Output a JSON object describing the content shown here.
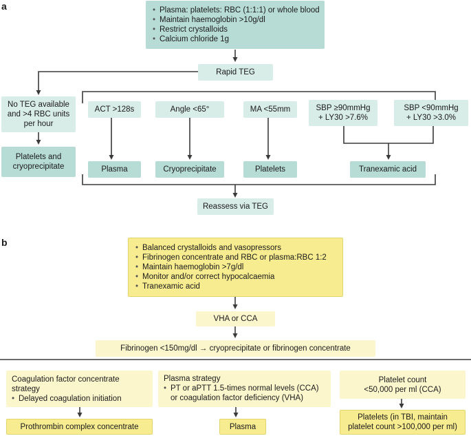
{
  "panel_a": {
    "letter": "a",
    "top_box": [
      "Plasma: platelets: RBC (1:1:1) or whole blood",
      "Maintain haemoglobin >10g/dl",
      "Restrict crystalloids",
      "Calcium chloride 1g"
    ],
    "rapid_teg": "Rapid TEG",
    "no_teg": "No TEG available\nand >4 RBC units\nper hour",
    "platelets_cryo": "Platelets and\ncryoprecipitate",
    "act": "ACT >128s",
    "angle": "Angle <65°",
    "ma": "MA <55mm",
    "sbp_high": "SBP ≥90mmHg\n+ LY30 >7.6%",
    "sbp_low": "SBP <90mmHg\n+ LY30 >3.0%",
    "plasma": "Plasma",
    "cryo": "Cryoprecipitate",
    "platelets": "Platelets",
    "txa": "Tranexamic acid",
    "reassess": "Reassess via TEG"
  },
  "panel_b": {
    "letter": "b",
    "top_box": [
      "Balanced crystalloids and vasopressors",
      "Fibrinogen concentrate and RBC or plasma:RBC 1:2",
      "Maintain haemoglobin >7g/dl",
      "Monitor and/or correct hypocalcaemia",
      "Tranexamic acid"
    ],
    "vha_cca": "VHA or CCA",
    "fibrinogen": "Fibrinogen <150mg/dl → cryoprecipitate or fibrinogen concentrate",
    "coag_title": "Coagulation factor concentrate\nstrategy",
    "coag_items": [
      "Delayed coagulation initiation"
    ],
    "plasma_title": "Plasma strategy",
    "plasma_items": [
      "PT or aPTT 1.5-times normal levels (CCA)\nor coagulation factor deficiency (VHA)"
    ],
    "platelet_count": "Platelet count\n<50,000 per ml (CCA)",
    "pcc": "Prothrombin complex concentrate",
    "plasma_out": "Plasma",
    "platelets_out": "Platelets (in TBI, maintain\nplatelet count >100,000 per ml)"
  },
  "colors": {
    "teal_dark": "#b7dcd6",
    "teal_light": "#d8ece8",
    "yellow_dark": "#f7ec8f",
    "yellow_light": "#fbf6cc",
    "line": "#3a3a3a"
  }
}
